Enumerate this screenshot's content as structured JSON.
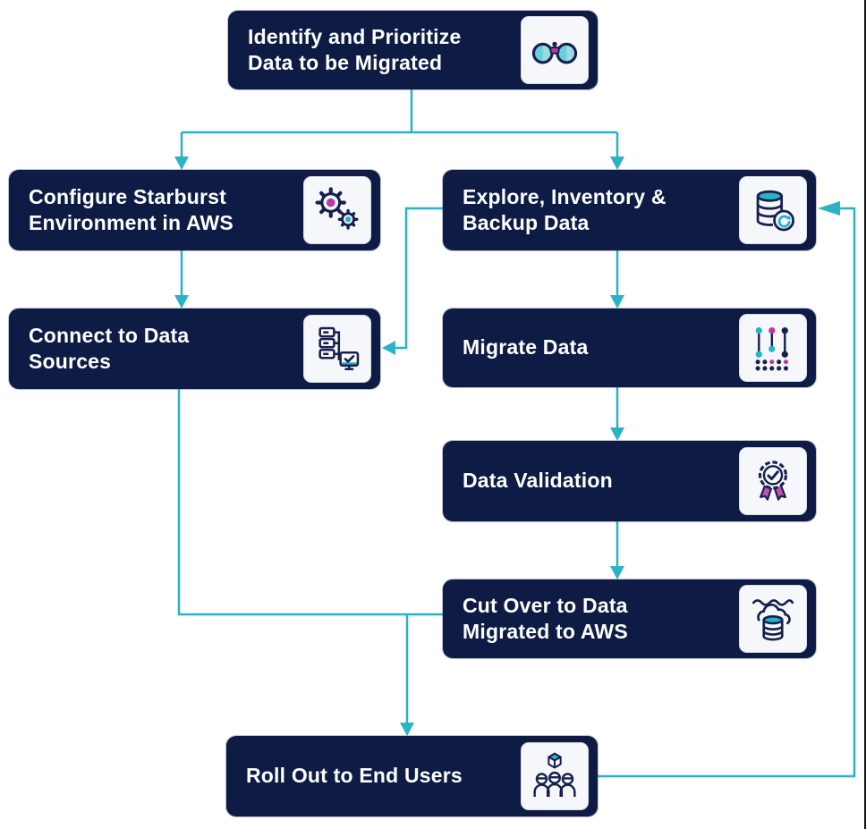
{
  "diagram": {
    "type": "flowchart",
    "title": "Starburst data migration to AWS flow",
    "nodes": [
      {
        "id": "identify",
        "label": "Identify and Prioritize\nData to be Migrated",
        "icon": "binoculars-icon"
      },
      {
        "id": "configure",
        "label": "Configure Starburst\nEnvironment in AWS",
        "icon": "gears-icon"
      },
      {
        "id": "explore",
        "label": "Explore, Inventory &\nBackup Data",
        "icon": "database-backup-icon"
      },
      {
        "id": "connect",
        "label": "Connect to Data\nSources",
        "icon": "data-sources-icon"
      },
      {
        "id": "migrate",
        "label": "Migrate Data",
        "icon": "migration-steps-icon"
      },
      {
        "id": "validate",
        "label": "Data Validation",
        "icon": "award-badge-icon"
      },
      {
        "id": "cutover",
        "label": "Cut Over to Data\nMigrated to AWS",
        "icon": "cloud-database-icon"
      },
      {
        "id": "rollout",
        "label": "Roll Out to End Users",
        "icon": "end-users-icon"
      }
    ],
    "edges": [
      {
        "from": "identify",
        "to": "configure"
      },
      {
        "from": "identify",
        "to": "explore"
      },
      {
        "from": "configure",
        "to": "connect"
      },
      {
        "from": "explore",
        "to": "connect"
      },
      {
        "from": "explore",
        "to": "migrate"
      },
      {
        "from": "migrate",
        "to": "validate"
      },
      {
        "from": "validate",
        "to": "cutover"
      },
      {
        "from": "connect",
        "to": "rollout"
      },
      {
        "from": "cutover",
        "to": "rollout"
      },
      {
        "from": "rollout",
        "to": "explore"
      }
    ],
    "colors": {
      "node_bg": "#0e1c45",
      "node_text": "#ffffff",
      "connector": "#2ab3c5",
      "icon_tile_bg": "#f6f7fa",
      "accent_teal": "#2ab3c5",
      "accent_magenta": "#b83c9f",
      "page_border": "#161616"
    }
  }
}
